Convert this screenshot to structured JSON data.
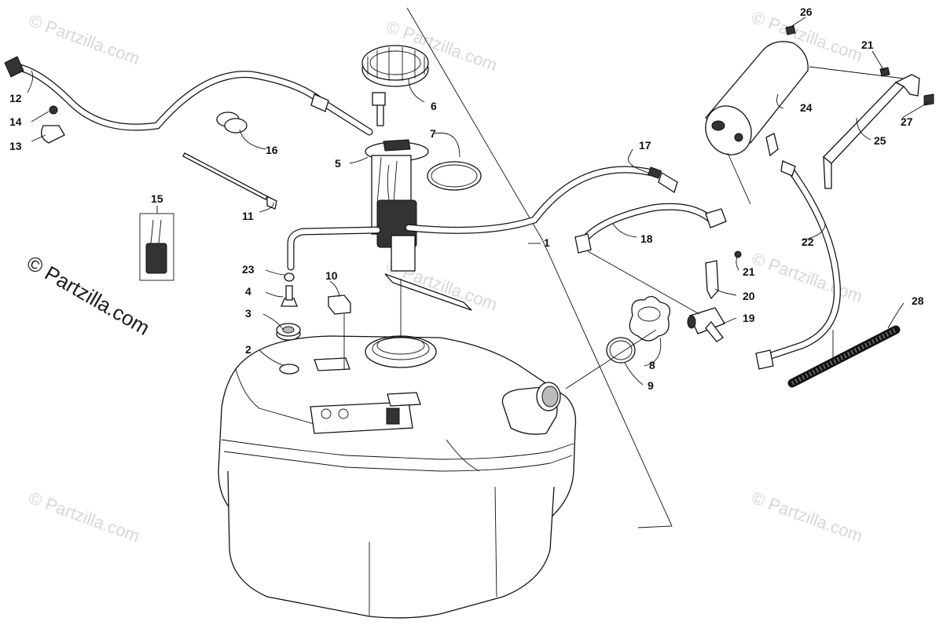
{
  "watermarks": {
    "main": "© Partzilla.com",
    "repeat": "© Partzilla.com"
  },
  "callouts": [
    {
      "id": "c1",
      "label": "1"
    },
    {
      "id": "c2",
      "label": "2"
    },
    {
      "id": "c3",
      "label": "3"
    },
    {
      "id": "c4",
      "label": "4"
    },
    {
      "id": "c5",
      "label": "5"
    },
    {
      "id": "c6",
      "label": "6"
    },
    {
      "id": "c7",
      "label": "7"
    },
    {
      "id": "c8",
      "label": "8"
    },
    {
      "id": "c9",
      "label": "9"
    },
    {
      "id": "c10",
      "label": "10"
    },
    {
      "id": "c11",
      "label": "11"
    },
    {
      "id": "c12",
      "label": "12"
    },
    {
      "id": "c13",
      "label": "13"
    },
    {
      "id": "c14",
      "label": "14"
    },
    {
      "id": "c15",
      "label": "15"
    },
    {
      "id": "c16",
      "label": "16"
    },
    {
      "id": "c17",
      "label": "17"
    },
    {
      "id": "c18",
      "label": "18"
    },
    {
      "id": "c19",
      "label": "19"
    },
    {
      "id": "c20",
      "label": "20"
    },
    {
      "id": "c21a",
      "label": "21"
    },
    {
      "id": "c21b",
      "label": "21"
    },
    {
      "id": "c22",
      "label": "22"
    },
    {
      "id": "c23",
      "label": "23"
    },
    {
      "id": "c24",
      "label": "24"
    },
    {
      "id": "c25",
      "label": "25"
    },
    {
      "id": "c26",
      "label": "26"
    },
    {
      "id": "c27",
      "label": "27"
    },
    {
      "id": "c28",
      "label": "28"
    }
  ]
}
